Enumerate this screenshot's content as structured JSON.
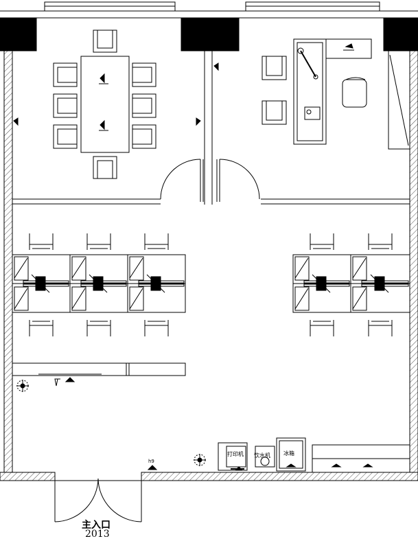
{
  "entrance": {
    "label": "主入口",
    "number": "2013"
  },
  "equipment": {
    "printer": "打印机",
    "water_dispenser": "饮水机",
    "fridge": "冰箱",
    "small_mark": "h9"
  },
  "colors": {
    "line": "#000000",
    "background": "#ffffff",
    "wall_hatch": "#000000"
  }
}
